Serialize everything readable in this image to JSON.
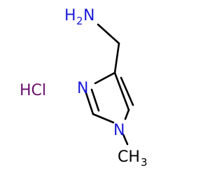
{
  "molecule": {
    "counterion": "HCl",
    "amine": {
      "h": "H",
      "h_count": "2",
      "n": "N"
    },
    "ring_n3": "N",
    "ring_n1": "N",
    "methyl": {
      "c": "CH",
      "h_count": "3"
    }
  },
  "colors": {
    "bond": "#000000",
    "nitrogen": "#1a1ad9",
    "chlorine_salt": "#6b0f6b"
  }
}
